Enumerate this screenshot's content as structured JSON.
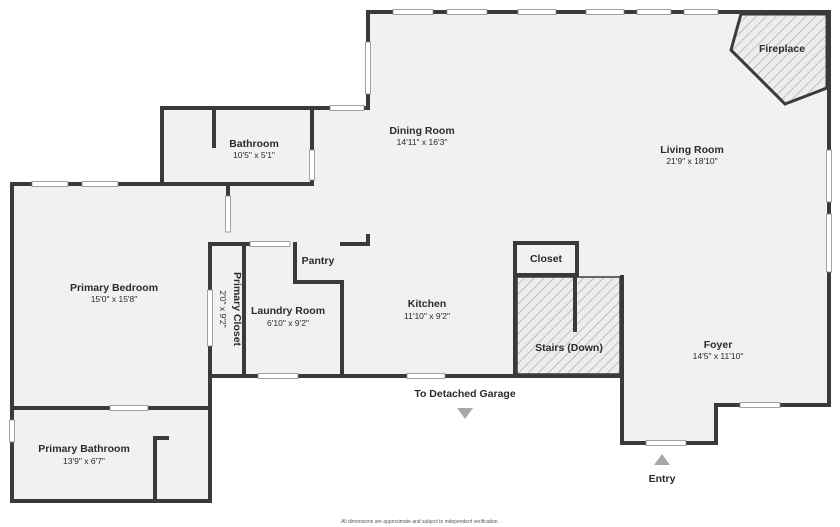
{
  "rooms": {
    "bathroom": {
      "name": "Bathroom",
      "dims": "10'5\" x 5'1\""
    },
    "dining_room": {
      "name": "Dining Room",
      "dims": "14'11\" x 16'3\""
    },
    "living_room": {
      "name": "Living Room",
      "dims": "21'9\" x 18'10\""
    },
    "fireplace": {
      "name": "Fireplace"
    },
    "primary_bedroom": {
      "name": "Primary Bedroom",
      "dims": "15'0\" x 15'8\""
    },
    "primary_closet": {
      "name": "Primary Closet",
      "dims": "2'0\" x 9'2\""
    },
    "pantry": {
      "name": "Pantry"
    },
    "laundry_room": {
      "name": "Laundry Room",
      "dims": "6'10\" x 9'2\""
    },
    "kitchen": {
      "name": "Kitchen",
      "dims": "11'10\" x 9'2\""
    },
    "closet": {
      "name": "Closet"
    },
    "stairs": {
      "name": "Stairs (Down)"
    },
    "foyer": {
      "name": "Foyer",
      "dims": "14'5\" x 11'10\""
    },
    "primary_bathroom": {
      "name": "Primary Bathroom",
      "dims": "13'9\" x 6'7\""
    }
  },
  "labels": {
    "garage": "To Detached Garage",
    "entry": "Entry"
  },
  "footnote": "All dimensions are approximate and subject to independent verification.",
  "colors": {
    "floor": "#f1f1f1",
    "wall": "#3a3a3a",
    "hatch": "#9a9a9a",
    "marker": "#a8a8a8"
  }
}
